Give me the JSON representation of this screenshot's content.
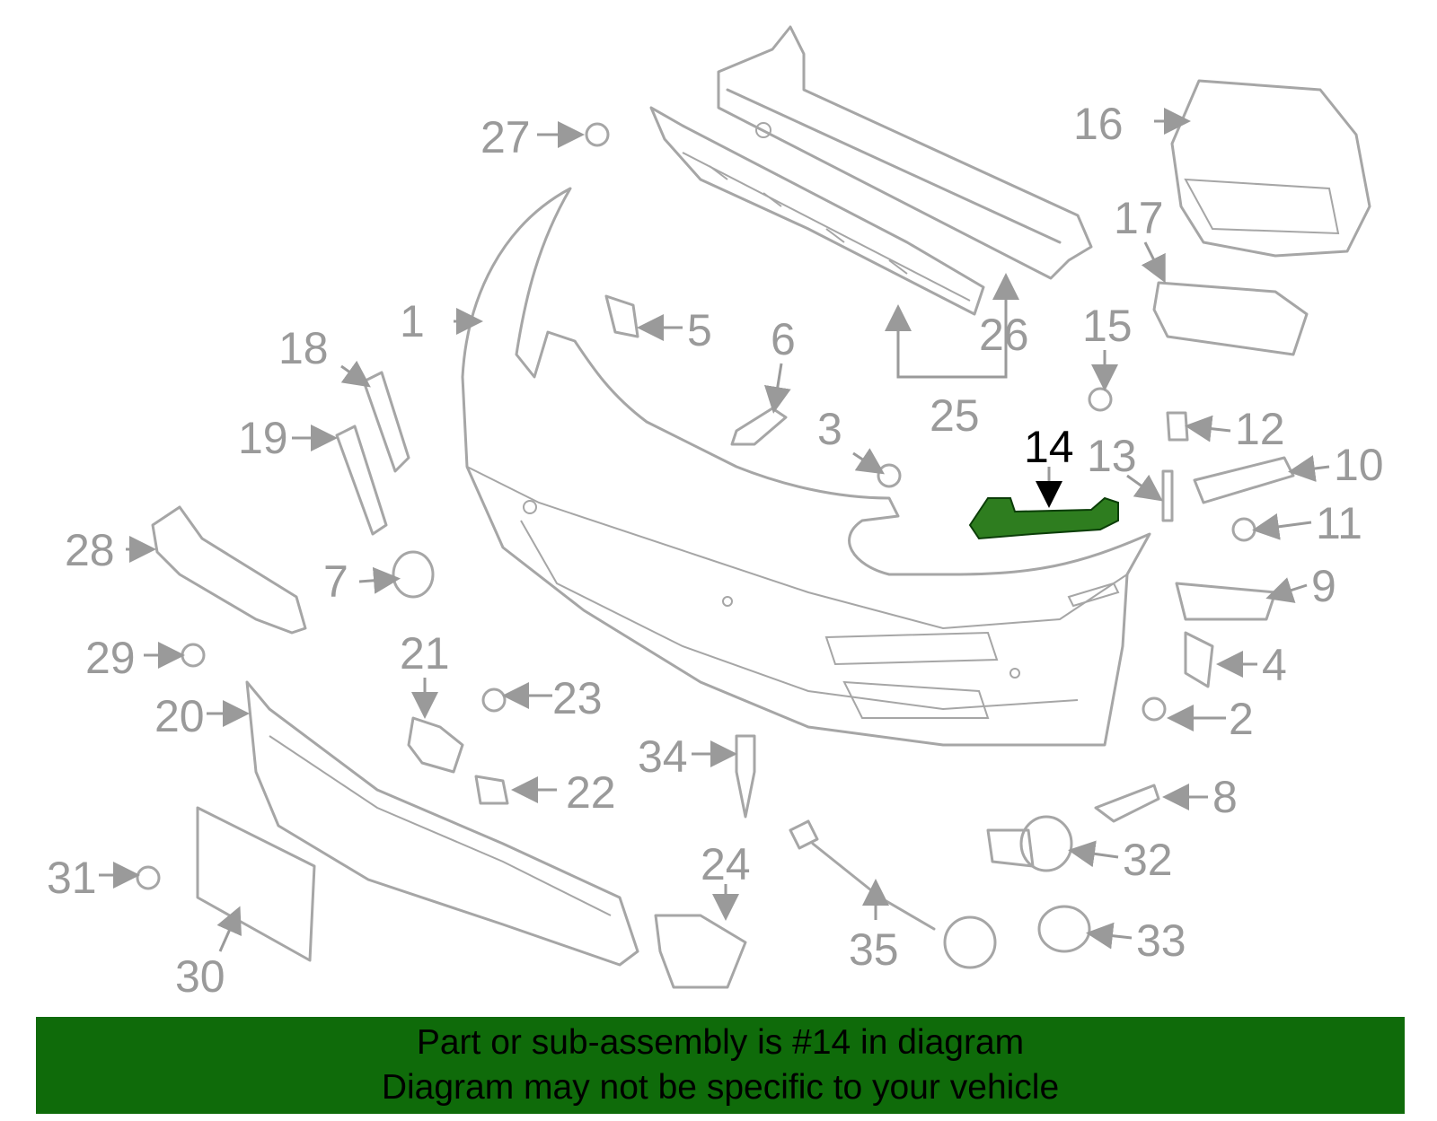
{
  "callouts": [
    "1",
    "2",
    "3",
    "4",
    "5",
    "6",
    "7",
    "8",
    "9",
    "10",
    "11",
    "12",
    "13",
    "14",
    "15",
    "16",
    "17",
    "18",
    "19",
    "20",
    "21",
    "22",
    "23",
    "24",
    "25",
    "26",
    "27",
    "28",
    "29",
    "30",
    "31",
    "32",
    "33",
    "34",
    "35"
  ],
  "highlighted_callout": "14",
  "banner": {
    "line1": "Part or sub-assembly is #14 in diagram",
    "line2": "Diagram may not be specific to your vehicle"
  },
  "colors": {
    "banner_bg": "#0f6b0a",
    "highlight_part": "#2e7d1f",
    "line_art": "#a6a6a6",
    "label_text": "#9a9a9a"
  }
}
